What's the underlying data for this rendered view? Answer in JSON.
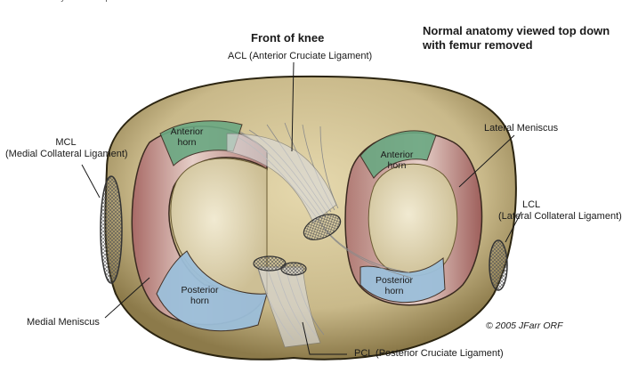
{
  "header": {
    "cut_off_text": "Normal anatomy viewed top down with femur removed",
    "front_of_knee": "Front of knee",
    "title_line1": "Normal anatomy viewed top down",
    "title_line2": "with femur removed"
  },
  "labels": {
    "acl": "ACL (Anterior Cruciate Ligament)",
    "mcl_line1": "MCL",
    "mcl_line2": "(Medial Collateral Ligament)",
    "lateral_meniscus": "Lateral Meniscus",
    "lcl_line1": "LCL",
    "lcl_line2": "(Lateral Collateral Ligament)",
    "medial_meniscus": "Medial Meniscus",
    "pcl": "PCL (Posterior Cruciate Ligament)",
    "copyright": "© 2005 JFarr ORF"
  },
  "horns": {
    "medial_anterior": [
      "Anterior",
      "horn"
    ],
    "lateral_anterior": [
      "Anterior",
      "horn"
    ],
    "medial_posterior": [
      "Posterior",
      "horn"
    ],
    "lateral_posterior": [
      "Posterior",
      "horn"
    ]
  },
  "colors": {
    "tibia_top": "#c9b98a",
    "tibia_edge": "#8c7a4a",
    "meniscus": "#d7b9b3",
    "meniscus_shadow": "#a86a66",
    "anterior_horn": "#6aa882",
    "posterior_horn": "#9cbfda",
    "plateau": "#e8dec0",
    "ligament": "#cfcfcf"
  }
}
